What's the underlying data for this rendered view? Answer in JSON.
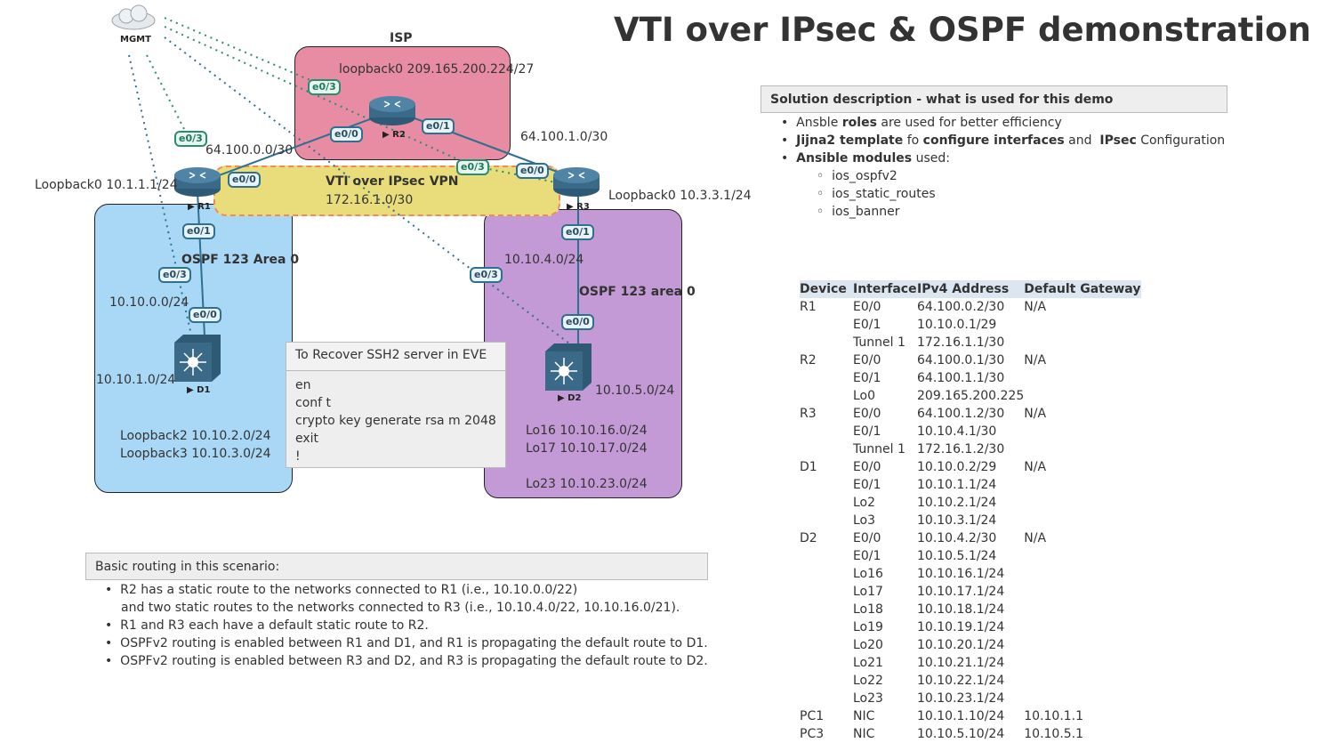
{
  "title": "VTI over IPsec & OSPF demonstration",
  "zones": {
    "isp": "ISP",
    "vpn_title": "VTI over IPsec VPN",
    "vpn_subnet": "172.16.1.0/30",
    "ospf_left": "OSPF  123 Area 0",
    "ospf_right": "OSPF 123 area 0"
  },
  "devices": {
    "mgmt": "MGMT",
    "r1": "R1",
    "r2": "R2",
    "r3": "R3",
    "d1": "D1",
    "d2": "D2"
  },
  "labels": {
    "r2_loopback": "loopback0 209.165.200.224/27",
    "r1_loopback": "Loopback0  10.1.1.1/24",
    "r3_loopback": "Loopback0  10.3.3.1/24",
    "net_r1_r2": "64.100.0.0/30",
    "net_r2_r3": "64.100.1.0/30",
    "net_left": "10.10.0.0/24",
    "net_right": "10.10.4.0/24",
    "d1_net": "10.10.1.0/24",
    "d2_net": "10.10.5.0/24",
    "d1_lo2": "Loopback2  10.10.2.0/24",
    "d1_lo3": "Loopback3 10.10.3.0/24",
    "d2_lo16": "Lo16 10.10.16.0/24",
    "d2_lo17": "Lo17 10.10.17.0/24",
    "d2_lo23": "Lo23 10.10.23.0/24"
  },
  "interfaces": {
    "r2_e03": "e0/3",
    "r2_e00": "e0/0",
    "r2_e01": "e0/1",
    "r1_e03": "e0/3",
    "r1_e00": "e0/0",
    "r1_e01": "e0/1",
    "r3_e03": "e0/3",
    "r3_e00": "e0/0",
    "r3_e01": "e0/1",
    "d1_e03": "e0/3",
    "d1_e00": "e0/0",
    "d2_e03": "e0/3",
    "d2_e00": "e0/0"
  },
  "recover": {
    "title": "To Recover SSH2 server in EVE",
    "lines": [
      "en",
      "conf t",
      "crypto key generate rsa m 2048",
      "exit",
      "!"
    ]
  },
  "solution": {
    "heading": "Solution description - what is used for this demo",
    "b1_pre": "Ansble ",
    "b1_bold": "roles",
    "b1_post": " are used for better efficiency",
    "b2_bold1": "Jijna2 template",
    "b2_mid1": " fo ",
    "b2_bold2": "configure interfaces",
    "b2_mid2": " and  ",
    "b2_bold3": "IPsec",
    "b2_post": " Configuration",
    "b3_bold": "Ansible modules",
    "b3_post": " used:",
    "modules": [
      "ios_ospfv2",
      "ios_static_routes",
      "ios_banner"
    ]
  },
  "routing": {
    "heading": "Basic routing in this scenario:",
    "b1a": "R2 has a static route to the networks connected to R1 (i.e., 10.10.0.0/22)",
    "b1b": "and two static routes to the networks connected to R3 (i.e., 10.10.4.0/22, 10.10.16.0/21).",
    "b2": "R1 and R3 each have a default static route to R2.",
    "b3": "OSPFv2 routing is enabled between R1 and D1, and R1 is propagating the default route to D1.",
    "b4": "OSPFv2 routing is enabled between R3 and D2, and R3 is propagating the default route to D2."
  },
  "ip_table": {
    "headers": [
      "Device",
      "Interface",
      "IPv4 Address",
      "Default Gateway"
    ],
    "rows": [
      [
        "R1",
        "E0/0",
        "64.100.0.2/30",
        "N/A"
      ],
      [
        "",
        "E0/1",
        "10.10.0.1/29",
        ""
      ],
      [
        "",
        "Tunnel 1",
        "172.16.1.1/30",
        ""
      ],
      [
        "R2",
        "E0/0",
        "64.100.0.1/30",
        "N/A"
      ],
      [
        "",
        "E0/1",
        "64.100.1.1/30",
        ""
      ],
      [
        "",
        "Lo0",
        "209.165.200.225",
        ""
      ],
      [
        "R3",
        "E0/0",
        "64.100.1.2/30",
        "N/A"
      ],
      [
        "",
        "E0/1",
        "10.10.4.1/30",
        ""
      ],
      [
        "",
        "Tunnel 1",
        "172.16.1.2/30",
        ""
      ],
      [
        "D1",
        "E0/0",
        "10.10.0.2/29",
        "N/A"
      ],
      [
        "",
        "E0/1",
        "10.10.1.1/24",
        ""
      ],
      [
        "",
        "Lo2",
        "10.10.2.1/24",
        ""
      ],
      [
        "",
        "Lo3",
        "10.10.3.1/24",
        ""
      ],
      [
        "D2",
        "E0/0",
        "10.10.4.2/30",
        "N/A"
      ],
      [
        "",
        "E0/1",
        "10.10.5.1/24",
        ""
      ],
      [
        "",
        "Lo16",
        "10.10.16.1/24",
        ""
      ],
      [
        "",
        "Lo17",
        "10.10.17.1/24",
        ""
      ],
      [
        "",
        "Lo18",
        "10.10.18.1/24",
        ""
      ],
      [
        "",
        "Lo19",
        "10.10.19.1/24",
        ""
      ],
      [
        "",
        "Lo20",
        "10.10.20.1/24",
        ""
      ],
      [
        "",
        "Lo21",
        "10.10.21.1/24",
        ""
      ],
      [
        "",
        "Lo22",
        "10.10.22.1/24",
        ""
      ],
      [
        "",
        "Lo23",
        "10.10.23.1/24",
        ""
      ],
      [
        "PC1",
        "NIC",
        "10.10.1.10/24",
        "10.10.1.1"
      ],
      [
        "PC3",
        "NIC",
        "10.10.5.10/24",
        "10.10.5.1"
      ]
    ]
  },
  "colors": {
    "isp": "#e78ca2",
    "ospf_left": "#a8d8f5",
    "ospf_right": "#c39ad6",
    "vpn": "#e8dd7a",
    "device": "#3b6a88"
  }
}
